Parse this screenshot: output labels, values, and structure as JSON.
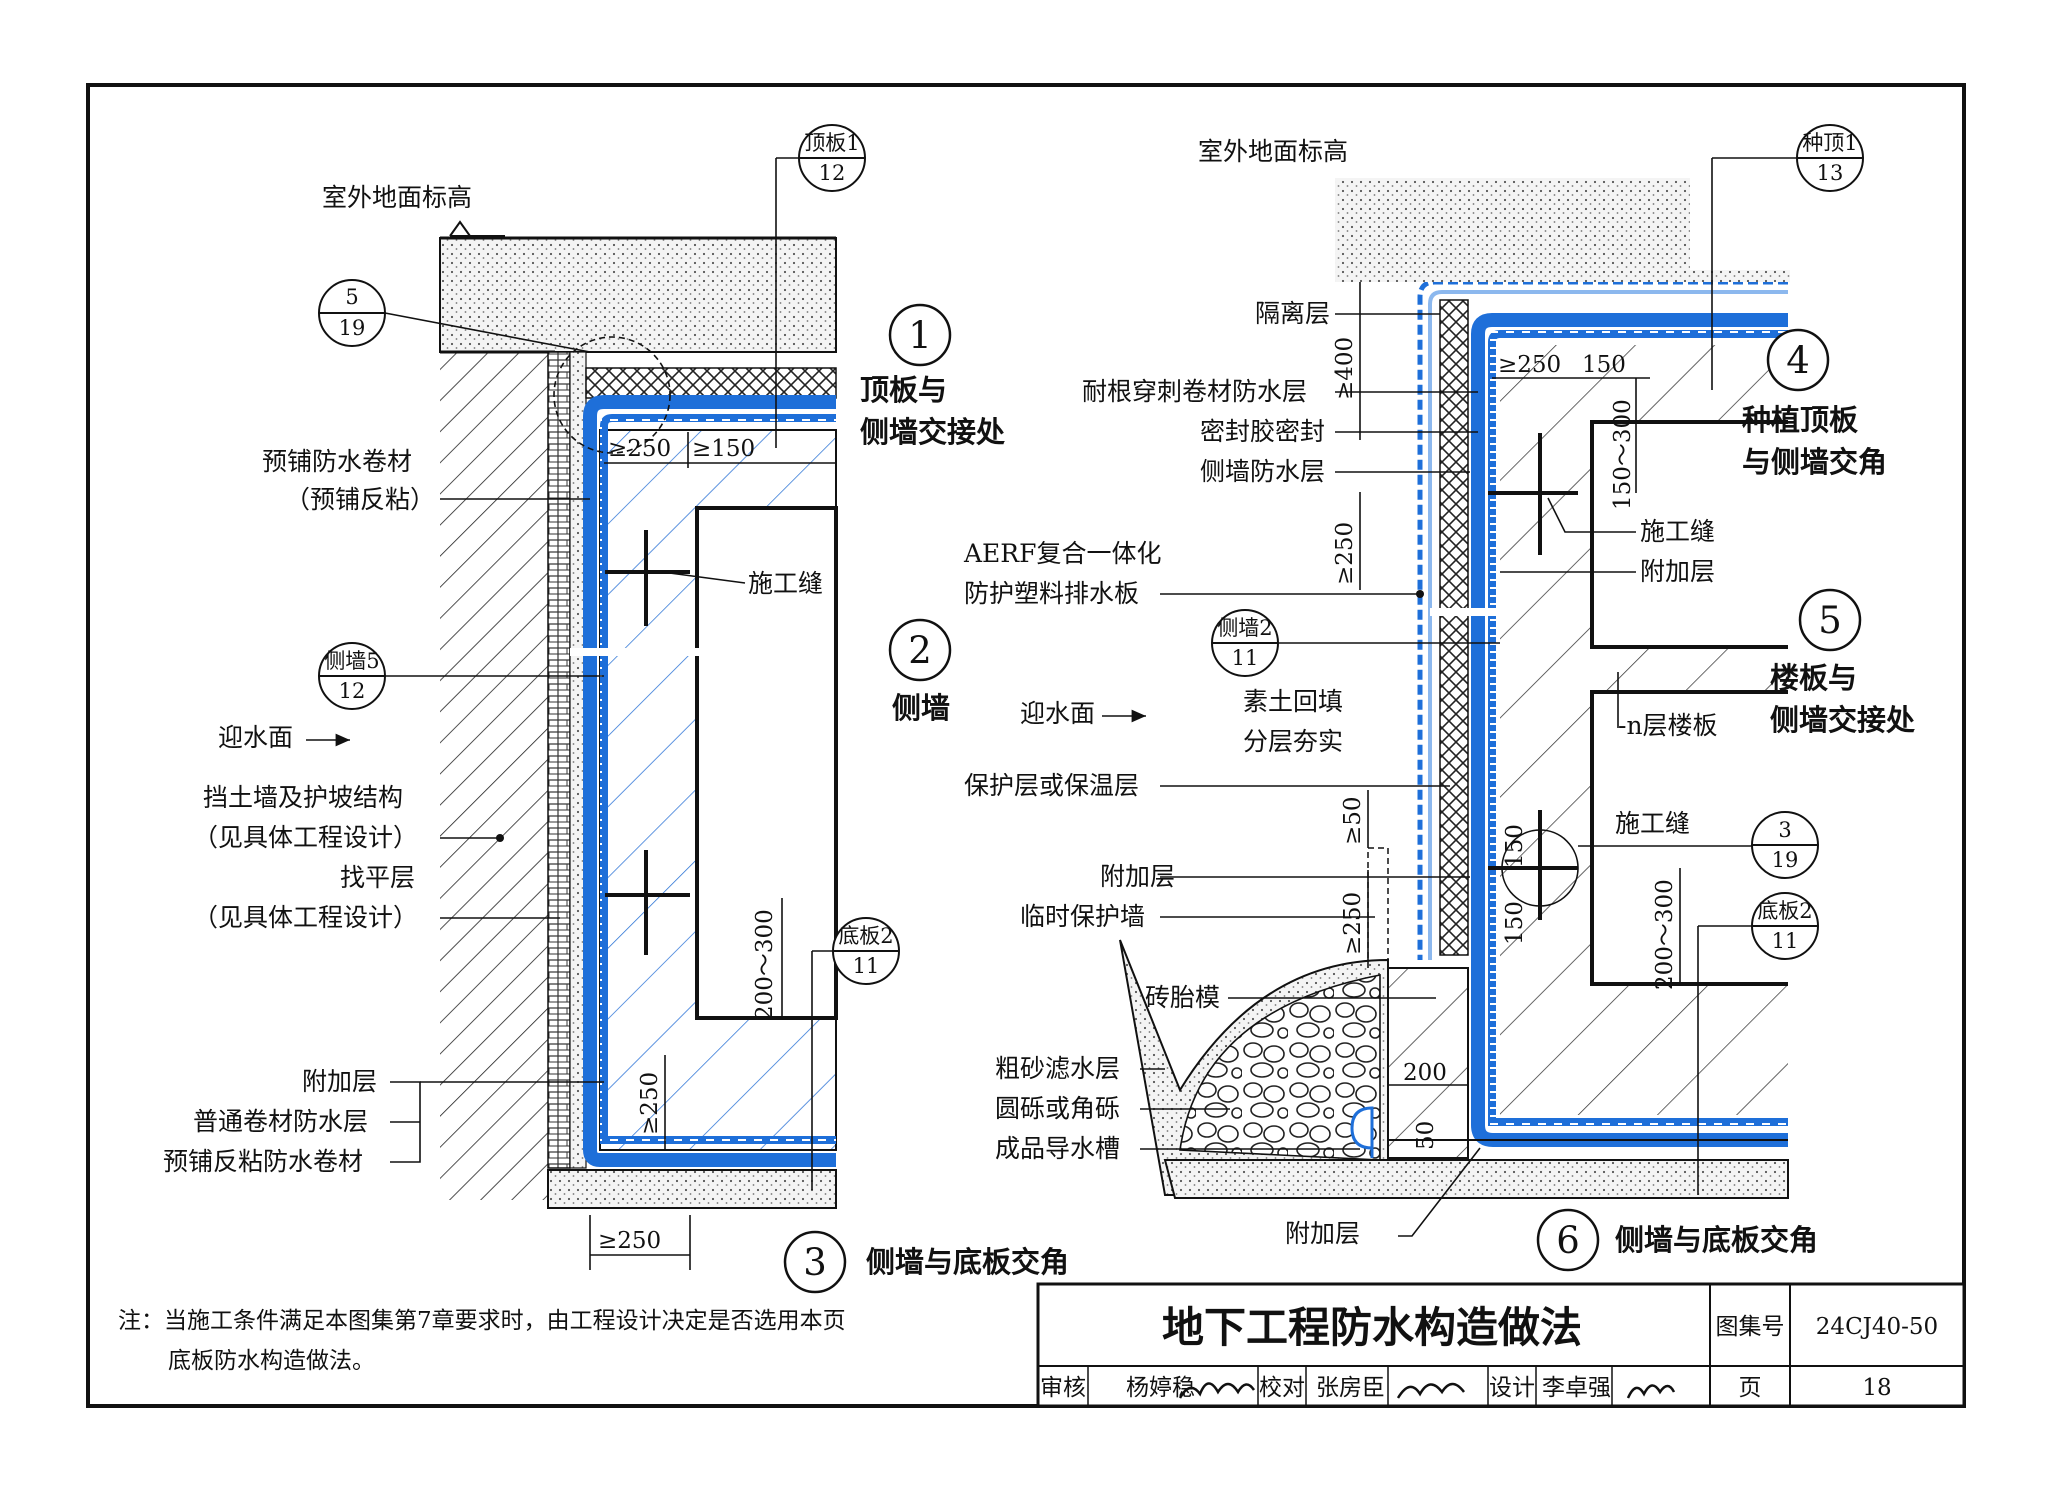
{
  "sheet": {
    "title": "地下工程防水构造做法",
    "atlas_label": "图集号",
    "atlas_no": "24CJ40-50",
    "page_label": "页",
    "page_no": "18",
    "review_label": "审核",
    "reviewer": "杨婷稳",
    "check_label": "校对",
    "checker": "张房臣",
    "design_label": "设计",
    "designer": "李卓强",
    "note_line1": "注：当施工条件满足本图集第7章要求时，由工程设计决定是否选用本页",
    "note_line2": "底板防水构造做法。"
  },
  "left": {
    "grade": "室外地面标高",
    "ref_5_19": {
      "top": "5",
      "bottom": "19"
    },
    "ref_roof1": {
      "top": "顶板1",
      "bottom": "12"
    },
    "ref_wall5": {
      "top": "侧墙5",
      "bottom": "12"
    },
    "ref_floor2": {
      "top": "底板2",
      "bottom": "11"
    },
    "l_prelaid1": "预铺防水卷材",
    "l_prelaid2": "（预铺反粘）",
    "l_joint": "施工缝",
    "l_upstream": "迎水面",
    "l_retain1": "挡土墙及护坡结构",
    "l_retain2": "（见具体工程设计）",
    "l_level1": "找平层",
    "l_level2": "（见具体工程设计）",
    "l_add": "附加层",
    "l_common": "普通卷材防水层",
    "l_prelaid_rev": "预铺反粘防水卷材",
    "d_250a": "≥250",
    "d_150": "≥150",
    "d_200_300": "200～300",
    "d_250b": "≥250",
    "d_250c": "≥250"
  },
  "bubbles": {
    "b1": {
      "num": "1",
      "line1": "顶板与",
      "line2": "侧墙交接处"
    },
    "b2": {
      "num": "2",
      "line1": "侧墙"
    },
    "b3": {
      "num": "3",
      "line1": "侧墙与底板交角"
    },
    "b4": {
      "num": "4",
      "line1": "种植顶板",
      "line2": "与侧墙交角"
    },
    "b5": {
      "num": "5",
      "line1": "楼板与",
      "line2": "侧墙交接处"
    },
    "b6": {
      "num": "6",
      "line1": "侧墙与底板交角"
    }
  },
  "right": {
    "grade": "室外地面标高",
    "ref_plant1": {
      "top": "种顶1",
      "bottom": "13"
    },
    "ref_wall2": {
      "top": "侧墙2",
      "bottom": "11"
    },
    "ref_3_19": {
      "top": "3",
      "bottom": "19"
    },
    "ref_floor2": {
      "top": "底板2",
      "bottom": "11"
    },
    "l_isolation": "隔离层",
    "l_root": "耐根穿刺卷材防水层",
    "l_seal": "密封胶密封",
    "l_wallwp": "侧墙防水层",
    "l_aerf1": "AERF复合一体化",
    "l_aerf2": "防护塑料排水板",
    "l_upstream": "迎水面",
    "l_backfill1": "素土回填",
    "l_backfill2": "分层夯实",
    "l_protect": "保护层或保温层",
    "l_add": "附加层",
    "l_tempwall": "临时保护墙",
    "l_brick": "砖胎模",
    "l_sand": "粗砂滤水层",
    "l_gravel": "圆砾或角砾",
    "l_trough": "成品导水槽",
    "l_add_bottom": "附加层",
    "l_joint1": "施工缝",
    "l_addlayer": "附加层",
    "l_nfloor": "-n层楼板",
    "l_joint2": "施工缝",
    "d_400": "≥400",
    "d_250a": "≥250",
    "d_150a": "150",
    "d_150_300": "150～300",
    "d_250b": "≥250",
    "d_50": "≥50",
    "d_250c": "≥250",
    "d_150b": "150",
    "d_150c": "150",
    "d_200_300": "200～300",
    "d_200": "200",
    "d_50b": "50"
  },
  "colors": {
    "waterproof": "#1e6fd9",
    "line": "#111111"
  }
}
